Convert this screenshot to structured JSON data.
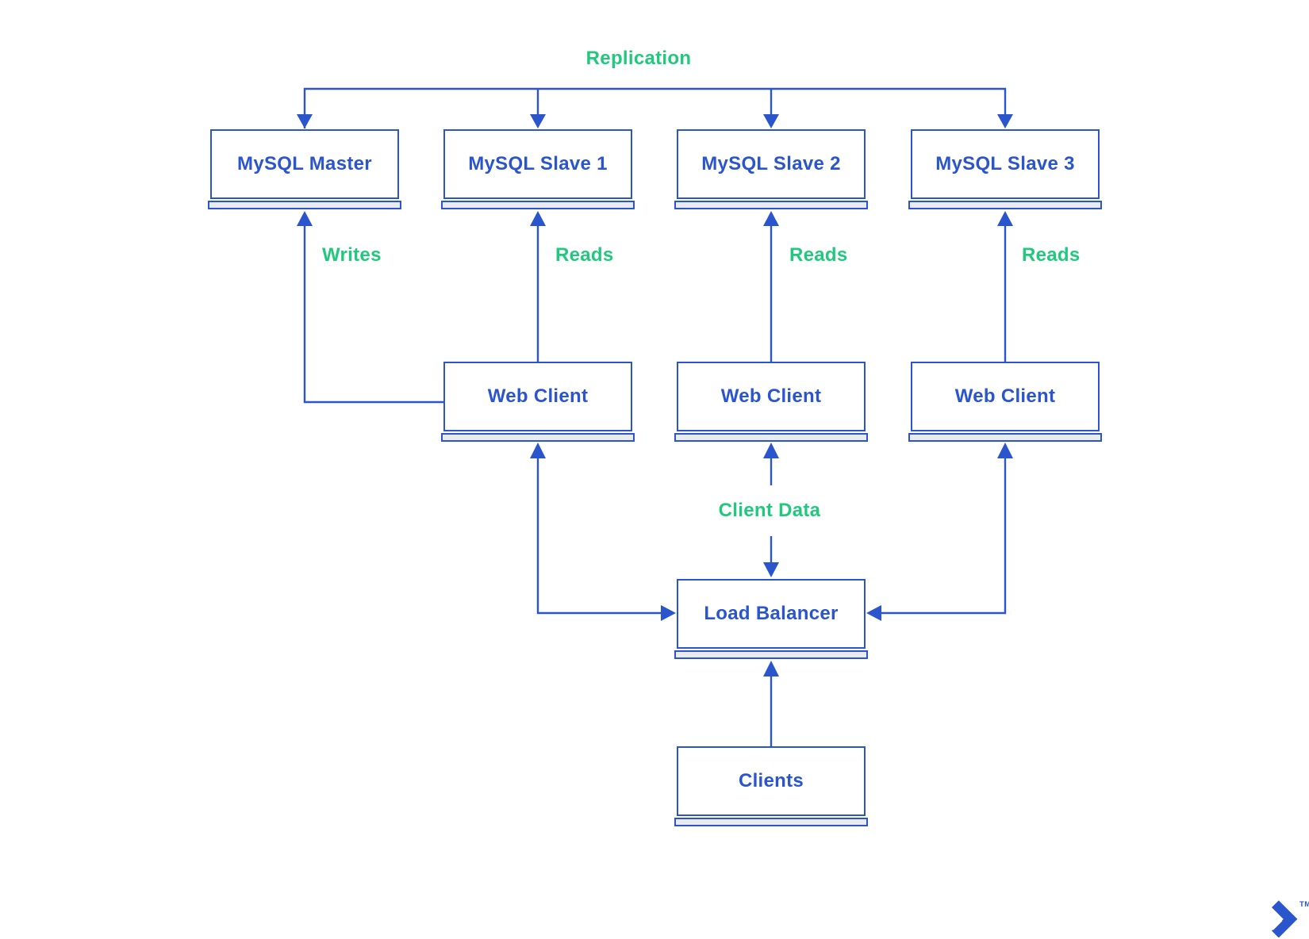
{
  "diagram": {
    "nodes": {
      "mysql_master": "MySQL Master",
      "mysql_slave_1": "MySQL Slave 1",
      "mysql_slave_2": "MySQL Slave 2",
      "mysql_slave_3": "MySQL Slave 3",
      "web_client_1": "Web Client",
      "web_client_2": "Web Client",
      "web_client_3": "Web Client",
      "load_balancer": "Load Balancer",
      "clients": "Clients"
    },
    "edge_labels": {
      "replication": "Replication",
      "writes": "Writes",
      "reads_1": "Reads",
      "reads_2": "Reads",
      "reads_3": "Reads",
      "client_data": "Client Data"
    },
    "logo": {
      "trademark": "TM",
      "icon": "toptal-logo"
    },
    "colors": {
      "wire_blue": "#2a55cd",
      "label_green": "#21c87d",
      "node_fill": "#ffffff",
      "node_base_strip_fill": "#e9ebf0",
      "background": "#ffffff"
    }
  }
}
